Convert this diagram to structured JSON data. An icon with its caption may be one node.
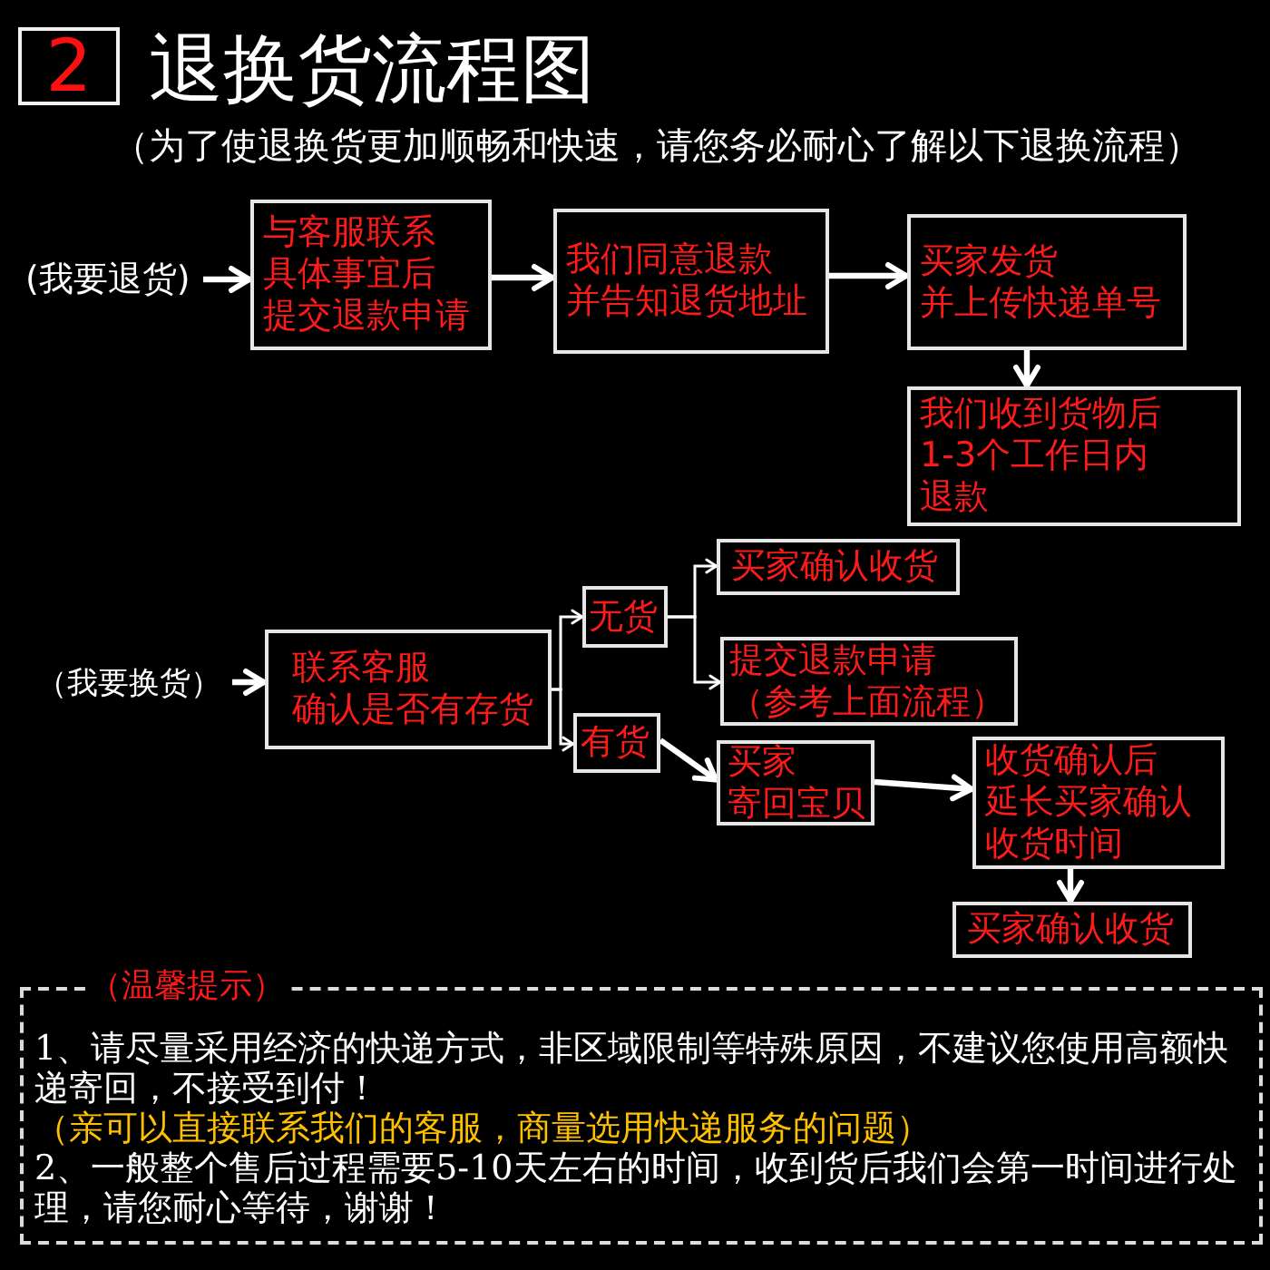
{
  "diagram": {
    "title": "退换货流程图",
    "nodes": [
      {
        "text": [
          "2"
        ]
      },
      {
        "text": [
          "(我要退货)"
        ]
      },
      {
        "text": [
          "与客服联系",
          "具体事宜后",
          "提交退款申请"
        ]
      },
      {
        "text": [
          "我们同意退款",
          "并告知退货地址"
        ]
      },
      {
        "text": [
          "买家发货",
          "并上传快递单号"
        ]
      },
      {
        "text": [
          "我们收到货物后",
          "1-3个工作日内",
          "退款"
        ]
      },
      {
        "text": [
          "（我要换货）"
        ]
      },
      {
        "text": [
          "联系客服",
          "确认是否有存货"
        ]
      },
      {
        "text": [
          "无货"
        ]
      },
      {
        "text": [
          "有货"
        ]
      },
      {
        "text": [
          "买家确认收货"
        ]
      },
      {
        "text": [
          "提交退款申请",
          "（参考上面流程）"
        ]
      },
      {
        "text": [
          "买家",
          "寄回宝贝"
        ]
      },
      {
        "text": [
          "收货确认后",
          "延长买家确认",
          "收货时间"
        ]
      },
      {
        "text": [
          "买家确认收货"
        ]
      },
      {
        "text": [
          "（温馨提示）",
          "1、请尽量采用经济的快递方式，非区域限制等特殊原因，不建议您使用高额快递寄回，不接受到付！",
          "（亲可以直接联系我们的客服，商量选用快递服务的问题）",
          "2、一般整个售后过程需要5-10天左右的时间，收到货后我们会第一时间进行处理，请您耐心等待，谢谢！"
        ]
      }
    ],
    "edges": [
      {
        "from": 1,
        "to": 2,
        "arrow": "to"
      },
      {
        "from": 2,
        "to": 3,
        "arrow": "to"
      },
      {
        "from": 3,
        "to": 4,
        "arrow": "to"
      },
      {
        "from": 4,
        "to": 5,
        "arrow": "to"
      },
      {
        "from": 6,
        "to": 7,
        "arrow": "to"
      },
      {
        "from": 7,
        "to": 8,
        "arrow": "to"
      },
      {
        "from": 7,
        "to": 9,
        "arrow": "to"
      },
      {
        "from": 8,
        "to": 10,
        "arrow": "to"
      },
      {
        "from": 8,
        "to": 11,
        "arrow": "to"
      },
      {
        "from": 9,
        "to": 12,
        "arrow": "to"
      },
      {
        "from": 12,
        "to": 13,
        "arrow": "to"
      },
      {
        "from": 13,
        "to": 14,
        "arrow": "to"
      }
    ],
    "labels": [
      "（为了使退换货更加顺畅和快速，请您务必耐心了解以下退换流程）"
    ]
  }
}
